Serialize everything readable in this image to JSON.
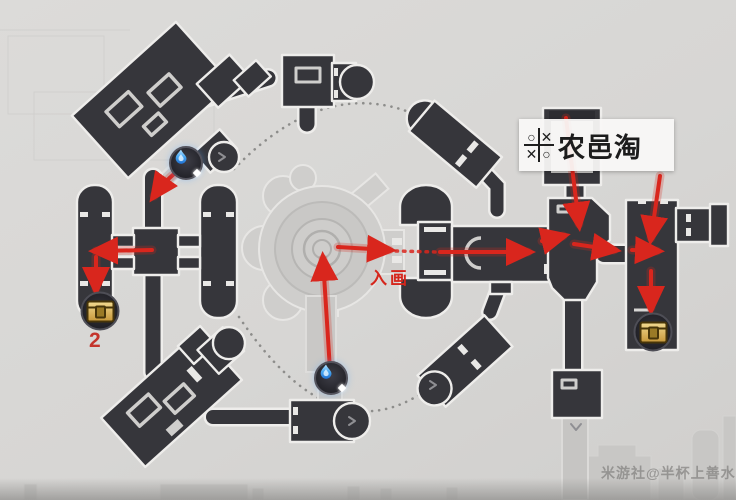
{
  "labels": {
    "shop": "农邑淘",
    "entrance": "入画",
    "chest_number": "2",
    "watermark": "米游社@半杯上善水"
  },
  "logo": {
    "name": "miyoushe-logo",
    "cells": [
      "○",
      "✕",
      "✕",
      "○"
    ]
  },
  "markers": {
    "teleport_flames": 2,
    "treasure_chests": 2
  },
  "colors": {
    "background": "#d7d6d4",
    "rooms": "#36363b",
    "room_outline": "#eeedeb",
    "route_red": "#d9261d",
    "dotted_path": "#8d8d8b",
    "teleport_blue": "#4aa9f2",
    "chest_gold": "#d9b356",
    "plaza": "#cfcecc"
  }
}
